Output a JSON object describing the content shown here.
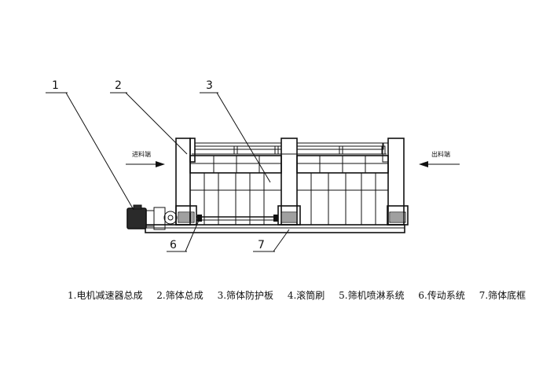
{
  "callouts": {
    "c1": "1",
    "c2": "2",
    "c3": "3",
    "c6": "6",
    "c7": "7"
  },
  "sides": {
    "inlet": "进料端",
    "outlet": "出料端"
  },
  "legend": [
    "1.电机减速器总成",
    "2.筛体总成",
    "3.筛体防护板",
    "4.滚筒刷",
    "5.筛机喷淋系统",
    "6.传动系统",
    "7.筛体底框"
  ]
}
